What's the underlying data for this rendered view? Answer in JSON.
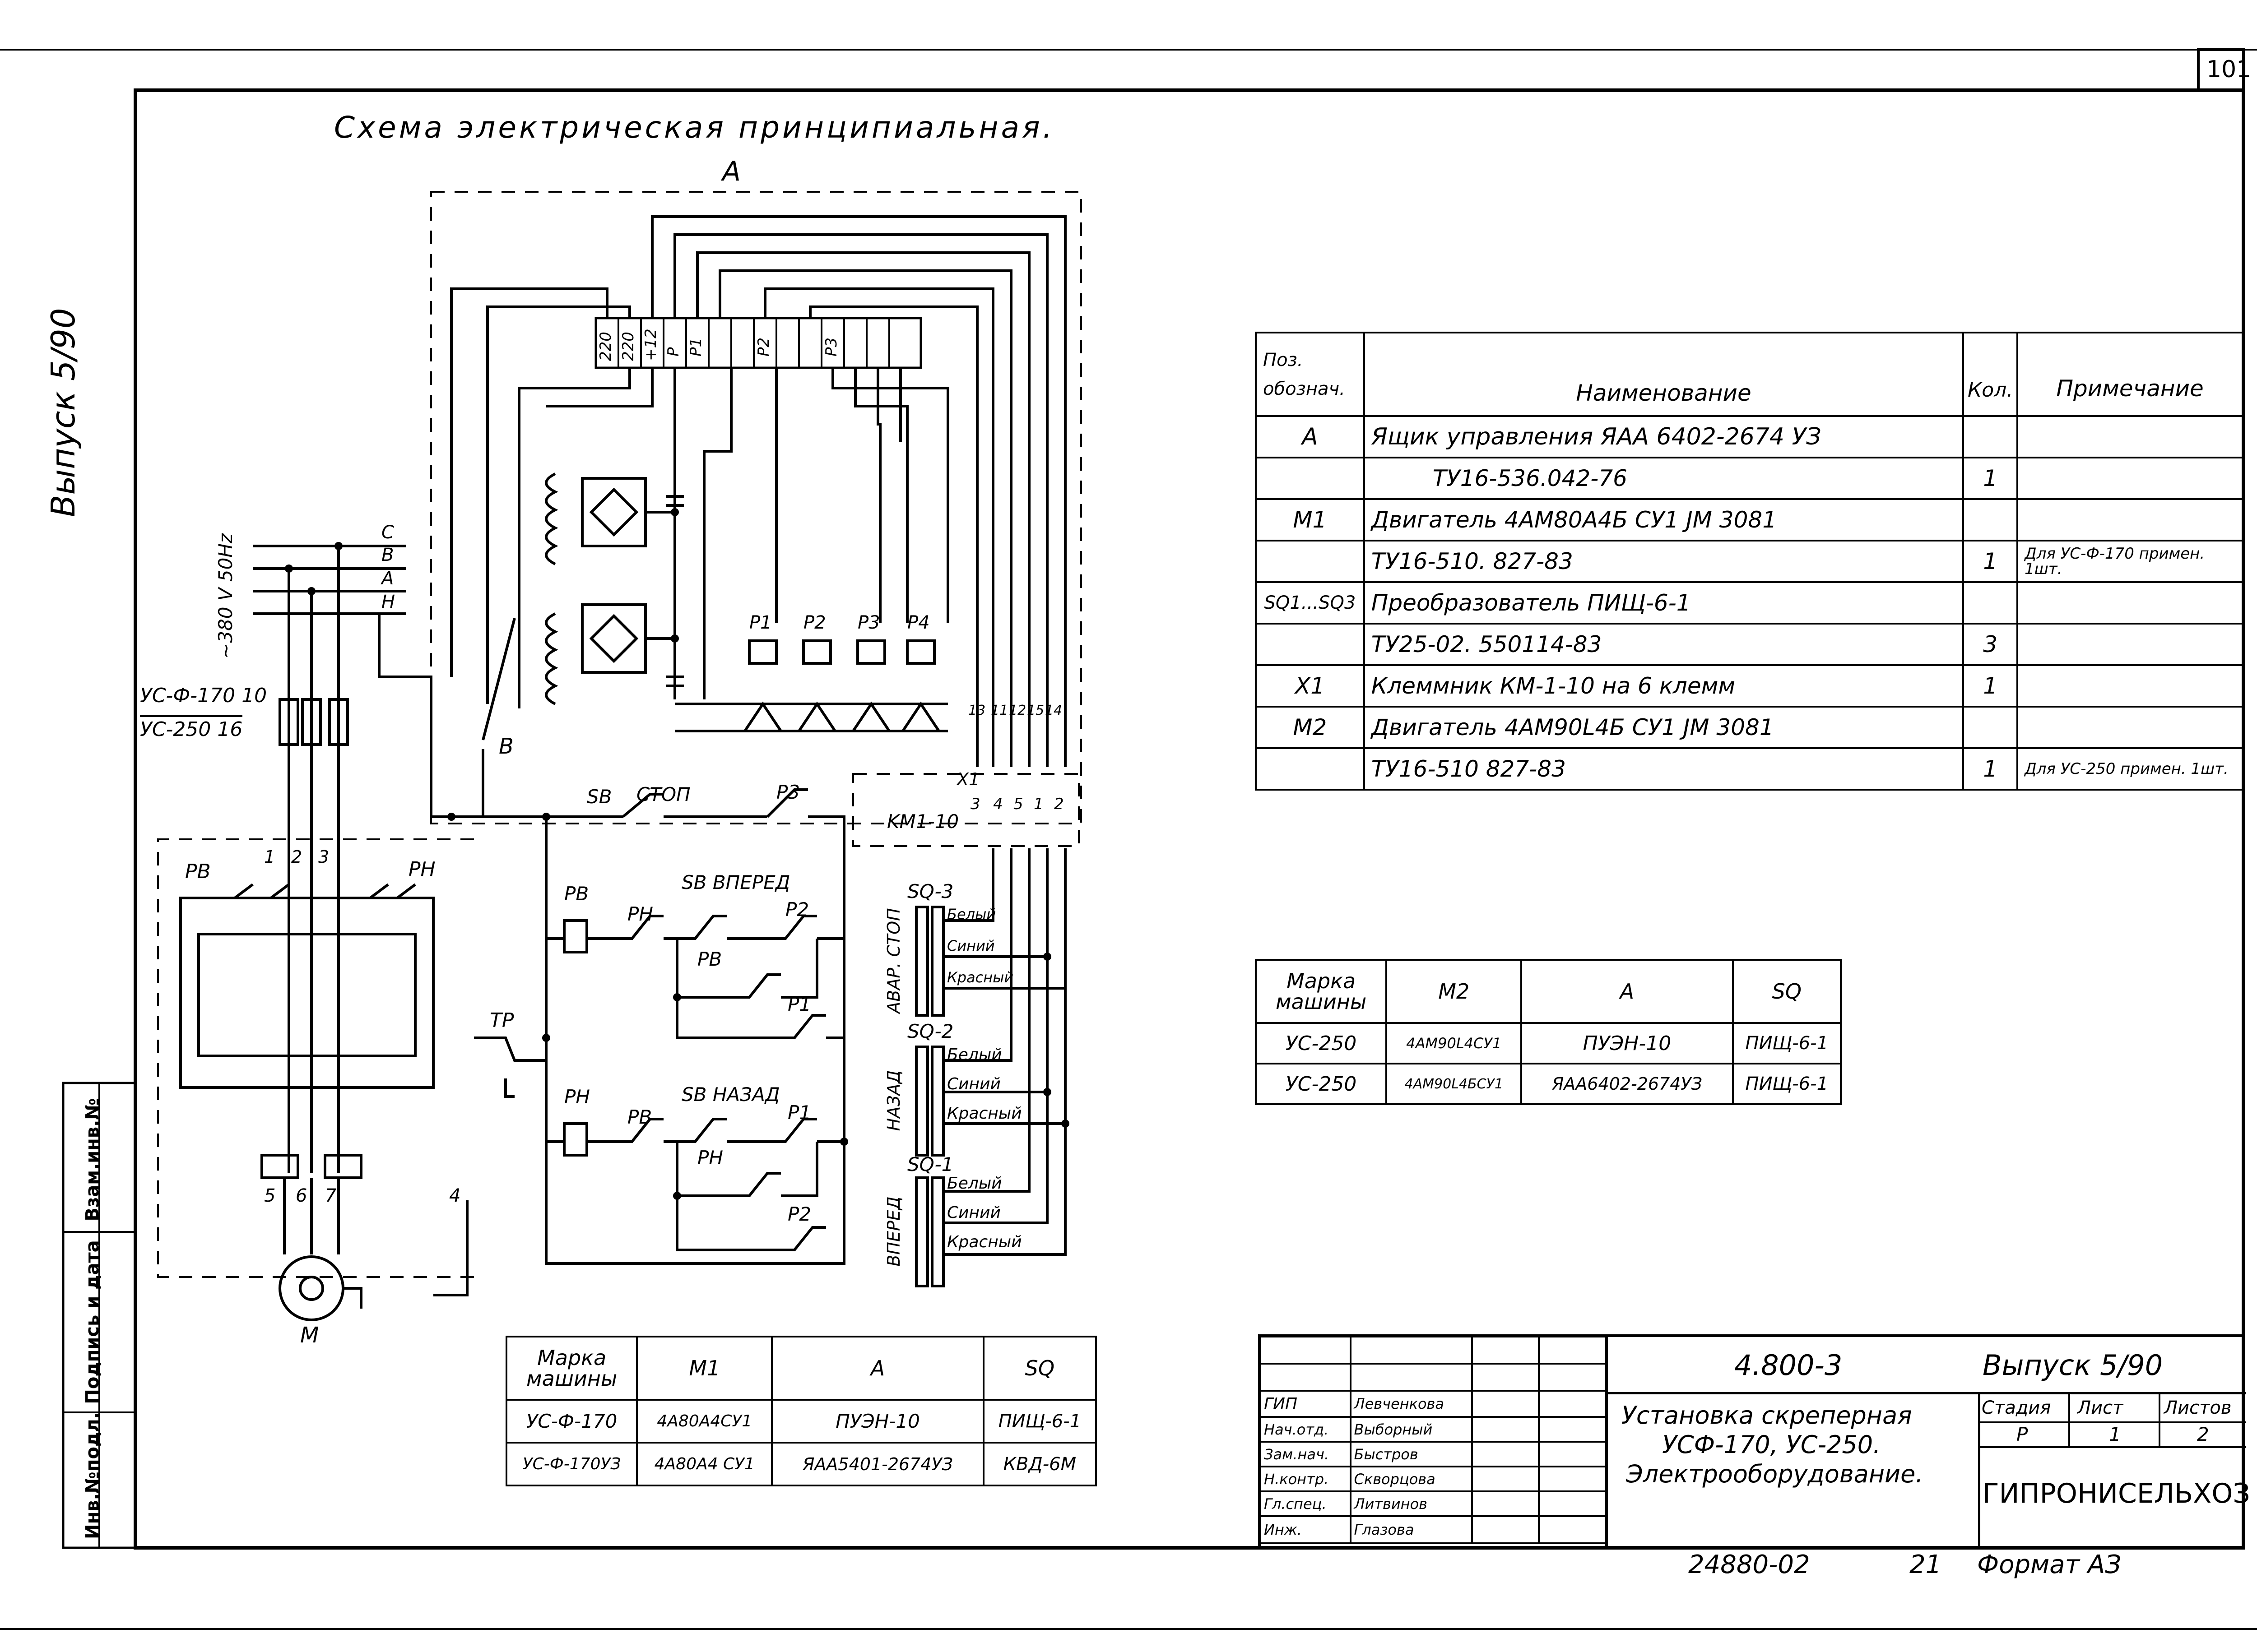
{
  "sheet_number": "101",
  "title": "Схема электрическая принципиальная.",
  "side_label": "Выпуск 5/90",
  "left_stamp": [
    "Инв.№подл.",
    "Подпись и дата",
    "Взам.инв.№"
  ],
  "diagram": {
    "box_a": "A",
    "terminals": [
      "220",
      "220",
      "+12",
      "P",
      "P1",
      "P2",
      "P3"
    ],
    "supply": "~380 V 50Hz",
    "phases": [
      "C",
      "B",
      "A",
      "H"
    ],
    "fuse_label_top": "УС-Ф-170 10",
    "fuse_label_bottom": "УС-250 16",
    "contact_numbers": [
      "1",
      "2",
      "3"
    ],
    "rv": "PB",
    "rn": "PH",
    "switch_b": "B",
    "tr": "TP",
    "sb_stop": "SB",
    "stop": "СТОП",
    "p3": "P3",
    "sb_forward": "SB ВПЕРЕД",
    "sb_back": "SB НАЗАД",
    "p1": "P1",
    "p2": "P2",
    "p4": "P4",
    "motor": "M",
    "motor_terminals": [
      "5",
      "6",
      "7"
    ],
    "terminal_4": "4",
    "x1": "X1",
    "km": "KM1-10",
    "x1_numbers": [
      "3",
      "4",
      "5",
      "1",
      "2"
    ],
    "wire_numbers": [
      "13",
      "11",
      "12",
      "15",
      "14"
    ],
    "sensors": [
      {
        "name": "SQ-3",
        "label": "АВАР. СТОП"
      },
      {
        "name": "SQ-2",
        "label": "НАЗАД"
      },
      {
        "name": "SQ-1",
        "label": "ВПЕРЕД"
      }
    ],
    "wire_colors": [
      "Белый",
      "Синий",
      "Красный"
    ]
  },
  "spec_table": {
    "headers": [
      "Поз. обознач.",
      "Наименование",
      "Кол.",
      "Примечание"
    ],
    "rows": [
      [
        "A",
        "Ящик управления ЯАА 6402-2674 УЗ",
        "",
        ""
      ],
      [
        "",
        "ТУ16-536.042-76",
        "1",
        ""
      ],
      [
        "M1",
        "Двигатель 4АМ80А4Б СУ1 ЈМ 3081",
        "",
        ""
      ],
      [
        "",
        "ТУ16-510. 827-83",
        "1",
        "Для УС-Ф-170 примен. 1шт."
      ],
      [
        "SQ1...SQ3",
        "Преобразователь ПИЩ-6-1",
        "",
        ""
      ],
      [
        "",
        "ТУ25-02. 550114-83",
        "3",
        ""
      ],
      [
        "X1",
        "Клеммник КМ-1-10 на 6 клемм",
        "1",
        ""
      ],
      [
        "M2",
        "Двигатель 4АМ90L4Б СУ1 ЈМ 3081",
        "",
        ""
      ],
      [
        "",
        "ТУ16-510 827-83",
        "1",
        "Для УС-250 примен. 1шт."
      ]
    ]
  },
  "machine_table_right": {
    "headers": [
      "Марка машины",
      "M2",
      "A",
      "SQ"
    ],
    "rows": [
      [
        "УС-250",
        "4АМ90L4СУ1",
        "ПУЭН-10",
        "ПИЩ-6-1"
      ],
      [
        "УС-250",
        "4АМ90L4БСУ1",
        "ЯАА6402-2674УЗ",
        "ПИЩ-6-1"
      ]
    ]
  },
  "machine_table_left": {
    "headers": [
      "Марка машины",
      "M1",
      "A",
      "SQ"
    ],
    "rows": [
      [
        "УС-Ф-170",
        "4А80А4СУ1",
        "ПУЭН-10",
        "ПИЩ-6-1"
      ],
      [
        "УС-Ф-170УЗ",
        "4А80А4 СУ1",
        "ЯАА5401-2674УЗ",
        "КВД-6М"
      ]
    ]
  },
  "title_block": {
    "people": [
      {
        "role": "ГИП",
        "name": "Левченкова"
      },
      {
        "role": "Нач.отд.",
        "name": "Выборный"
      },
      {
        "role": "Зам.нач.",
        "name": "Быстров"
      },
      {
        "role": "Н.контр.",
        "name": "Скворцова"
      },
      {
        "role": "Гл.спец.",
        "name": "Литвинов"
      },
      {
        "role": "Инж.",
        "name": "Глазова"
      }
    ],
    "code": "4.800-3",
    "issue": "Выпуск 5/90",
    "name_lines": [
      "Установка скреперная",
      "УСФ-170, УС-250.",
      "Электрооборудование."
    ],
    "stage_header": "Стадия",
    "sheet_header": "Лист",
    "sheets_header": "Листов",
    "stage": "P",
    "sheet": "1",
    "sheets": "2",
    "org": "ГИПРОНИСЕЛЬХОЗ"
  },
  "footer": {
    "number": "24880-02",
    "page": "21",
    "format": "Формат АЗ"
  }
}
